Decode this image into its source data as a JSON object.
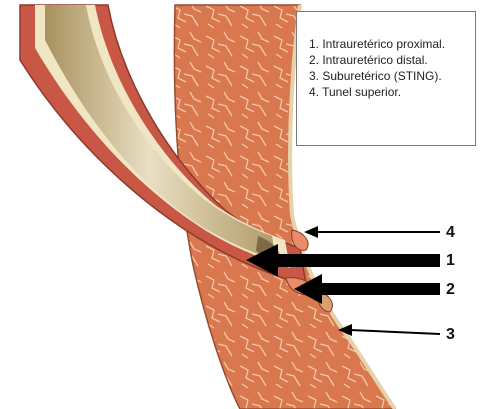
{
  "legend": {
    "items": [
      "1. Intrauretérico proximal.",
      "2. Intrauretérico distal.",
      "3. Suburetérico (STING).",
      "4. Tunel superior."
    ]
  },
  "callouts": [
    "4",
    "1",
    "2",
    "3"
  ],
  "colors": {
    "muscle": "#d9784f",
    "muscle_dark": "#b85a34",
    "muscle_line": "#f2c2a8",
    "ureter_wall": "#c85845",
    "ureter_lumen": "#c2ad7d",
    "ureter_lumen_light": "#e6dcc0",
    "mucosa": "#f0e6c4",
    "injection": "#e88c6a",
    "arrow": "#000000"
  }
}
